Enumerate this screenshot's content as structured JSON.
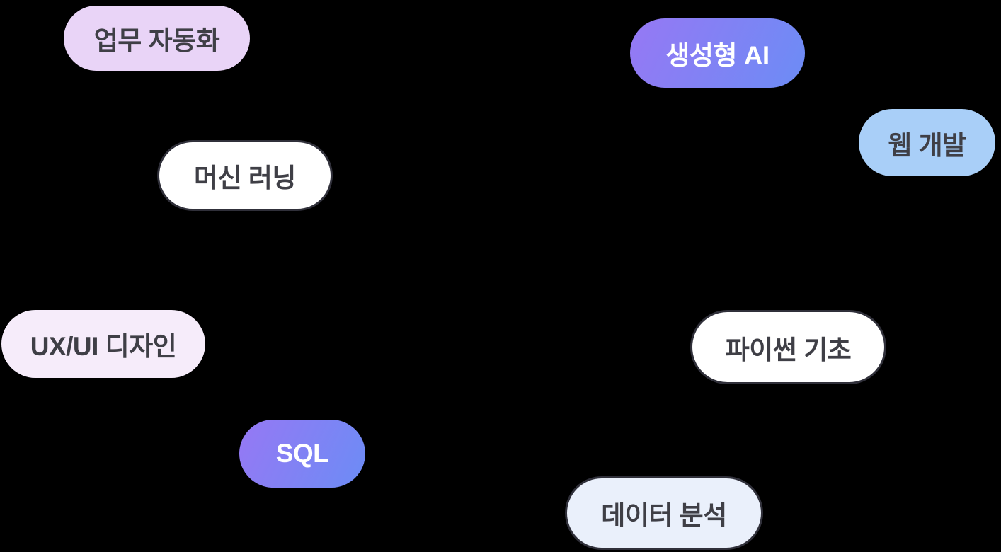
{
  "page": {
    "background_color": "#000000",
    "description": "tag-cloud-of-course-topic-chips"
  },
  "tags": [
    {
      "label": "업무 자동화",
      "style": "solid-lavender",
      "bg": "#E9D4F7",
      "text_color": "#3F3F46"
    },
    {
      "label": "생성형 AI",
      "style": "gradient",
      "bg_gradient_start": "#9678F4",
      "bg_gradient_end": "#6C8CF5",
      "text_color": "#FFFFFF"
    },
    {
      "label": "웹 개발",
      "style": "solid-blue",
      "bg": "#A9CFF8",
      "text_color": "#3F3F46"
    },
    {
      "label": "머신 러닝",
      "style": "white-outline",
      "bg": "#FFFFFF",
      "border_color": "#30303A",
      "text_color": "#3F3F46"
    },
    {
      "label": "UX/UI 디자인",
      "style": "solid-pale-lavender",
      "bg": "#F6ECFA",
      "text_color": "#3F3F46"
    },
    {
      "label": "파이썬 기초",
      "style": "white-outline",
      "bg": "#FFFFFF",
      "border_color": "#30303A",
      "text_color": "#3F3F46"
    },
    {
      "label": "SQL",
      "style": "gradient",
      "bg_gradient_start": "#9678F4",
      "bg_gradient_end": "#6C8CF5",
      "text_color": "#FFFFFF"
    },
    {
      "label": "데이터 분석",
      "style": "pale-blue-outline",
      "bg": "#EAF0FB",
      "border_color": "#30303A",
      "text_color": "#3F3F46"
    }
  ],
  "colors": {
    "accent_gradient_start": "#9678F4",
    "accent_gradient_end": "#6C8CF5",
    "outline_dark": "#30303A",
    "text_dark": "#3F3F46",
    "text_light": "#FFFFFF"
  }
}
